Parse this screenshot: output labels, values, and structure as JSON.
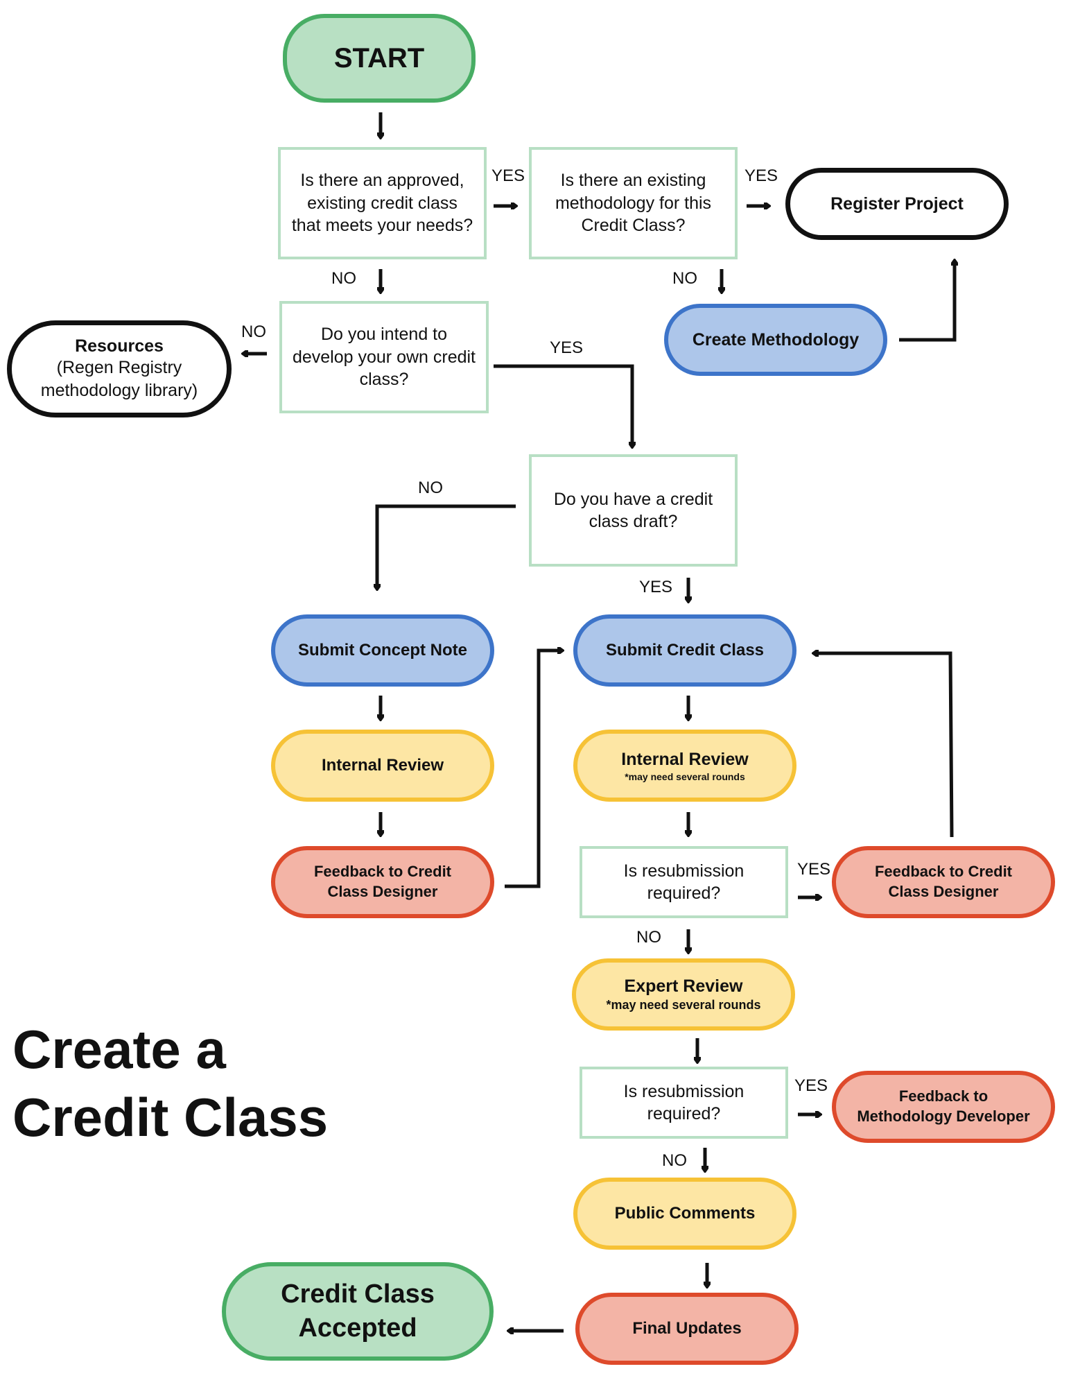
{
  "title": "Create a Credit Class",
  "nodes": {
    "start": "START",
    "q_approved": "Is there an approved, existing credit class that meets your needs?",
    "q_methodology": "Is there an existing methodology for this Credit Class?",
    "register_project": "Register Project",
    "create_methodology": "Create Methodology",
    "q_develop": "Do you intend to develop your own credit class?",
    "resources_title": "Resources",
    "resources_desc": "(Regen Registry methodology library)",
    "q_draft": "Do you have a credit class draft?",
    "submit_concept": "Submit Concept Note",
    "submit_credit": "Submit Credit Class",
    "internal_review_left": "Internal Review",
    "internal_review_right": "Internal Review",
    "internal_review_right_note": "*may need several rounds",
    "feedback_left": "Feedback to Credit Class Designer",
    "q_resubmit_1": "Is resubmission required?",
    "feedback_right": "Feedback to Credit Class Designer",
    "expert_review": "Expert Review",
    "expert_review_note": "*may need several rounds",
    "q_resubmit_2": "Is resubmission required?",
    "feedback_methodology": "Feedback to Methodology Developer",
    "public_comments": "Public Comments",
    "final_updates": "Final Updates",
    "accepted": "Credit Class Accepted"
  },
  "labels": {
    "yes": "YES",
    "no": "NO"
  },
  "colors": {
    "green_fill": "#b8e0c3",
    "green_border": "#48ad64",
    "blue_fill": "#adc6ea",
    "blue_border": "#3d74c9",
    "yellow_fill": "#fde6a4",
    "yellow_border": "#f6c236",
    "red_fill": "#f3b4a6",
    "red_border": "#de4a2b",
    "decision_border": "#b8dfc4"
  }
}
